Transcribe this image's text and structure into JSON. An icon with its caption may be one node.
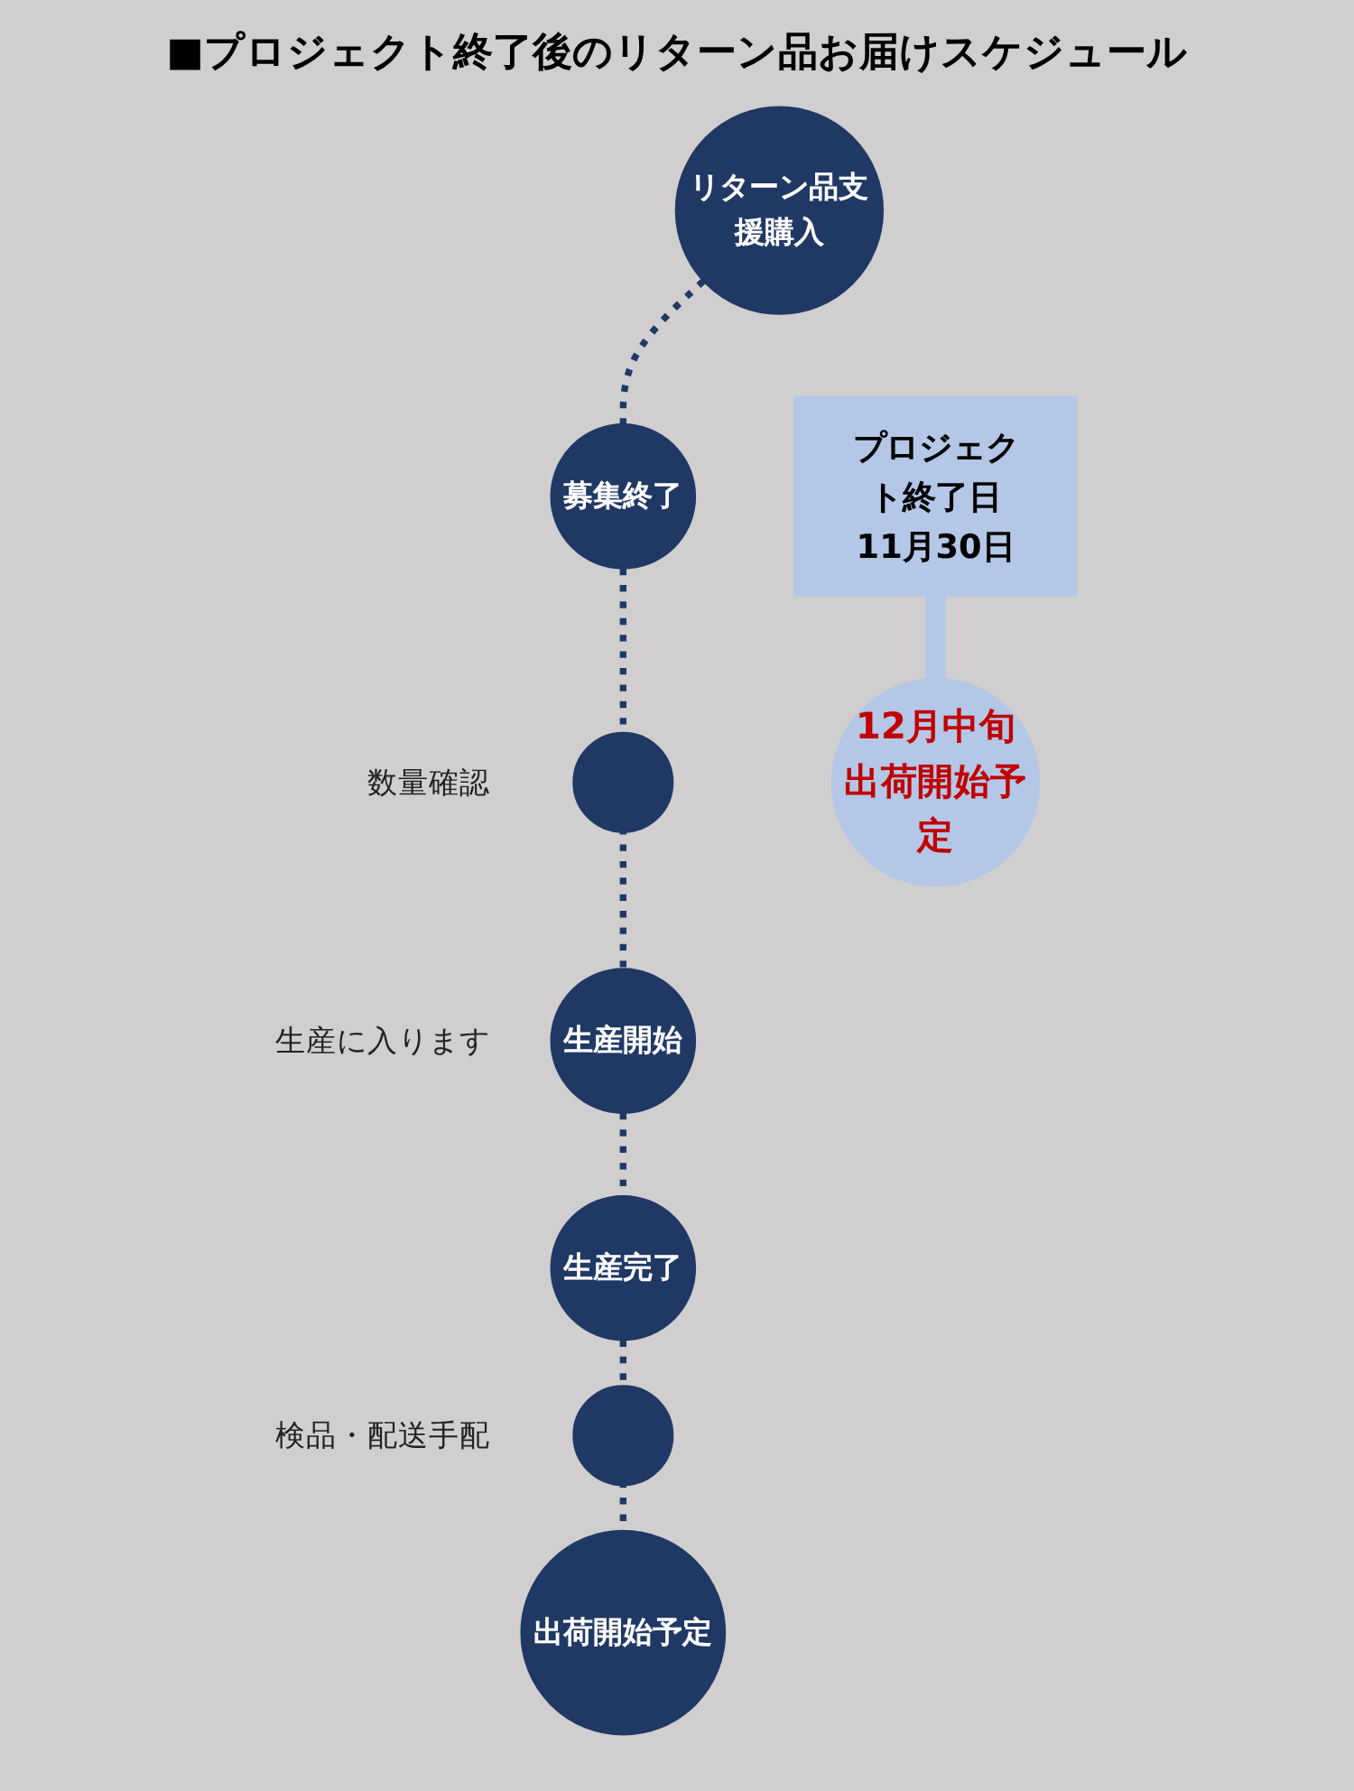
{
  "diagram": {
    "title": "■プロジェクト終了後のリターン品お届けスケジュール",
    "nodes": [
      {
        "text": [
          "リターン品支援購入"
        ]
      },
      {
        "text": [
          "募集終了"
        ]
      },
      {
        "text": [],
        "shape": "circle",
        "beside": [
          "数量確認"
        ]
      },
      {
        "text": [
          "生産開始"
        ],
        "beside": [
          "生産に入ります"
        ]
      },
      {
        "text": [
          "生産完了"
        ]
      },
      {
        "text": [],
        "shape": "circle",
        "beside": [
          "検品・配送手配"
        ]
      },
      {
        "text": [
          "出荷開始予定"
        ]
      },
      {
        "text": [
          "プロジェクト終了日",
          "11月30日"
        ]
      },
      {
        "text": [
          "12月中旬出荷開始予定"
        ]
      }
    ],
    "edges": [
      {
        "from": 0,
        "to": 1,
        "arrow": "none",
        "style": "dashed"
      },
      {
        "from": 1,
        "to": 2,
        "arrow": "none",
        "style": "dashed"
      },
      {
        "from": 2,
        "to": 3,
        "arrow": "none",
        "style": "dashed"
      },
      {
        "from": 3,
        "to": 4,
        "arrow": "none",
        "style": "dashed"
      },
      {
        "from": 4,
        "to": 5,
        "arrow": "none",
        "style": "dashed"
      },
      {
        "from": 5,
        "to": 6,
        "arrow": "none",
        "style": "dashed"
      },
      {
        "from": 7,
        "to": 8,
        "arrow": "none",
        "style": "thick",
        "color": "#b4c7e7"
      }
    ]
  }
}
